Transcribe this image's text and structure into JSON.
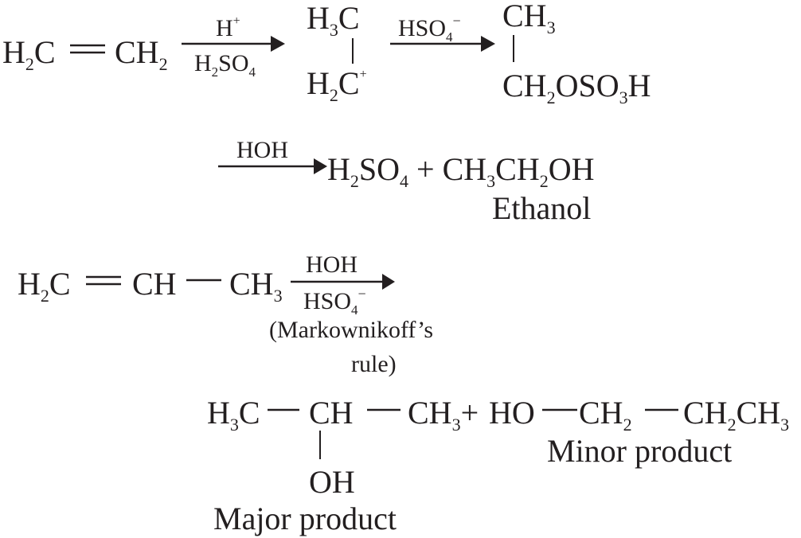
{
  "reaction_1": {
    "reactant": {
      "part1": "H",
      "sub1": "2",
      "part2": "C",
      "bond": "═",
      "part3": "CH",
      "sub2": "2"
    },
    "arrow1": {
      "top": {
        "text": "H",
        "sup": "+"
      },
      "bottom": {
        "text1": "H",
        "sub1": "2",
        "text2": "SO",
        "sub2": "4"
      }
    },
    "intermediate": {
      "top": {
        "t1": "H",
        "s1": "3",
        "t2": "C"
      },
      "bottom": {
        "t1": "H",
        "s1": "2",
        "t2": "C",
        "sup": "+"
      }
    },
    "arrow2": {
      "top": {
        "text": "HSO",
        "sub": "4",
        "sup": "−"
      }
    },
    "product": {
      "top": {
        "t1": "CH",
        "s1": "3"
      },
      "bottom": {
        "t1": "CH",
        "s1": "2",
        "t2": "OSO",
        "s2": "3",
        "t3": "H"
      }
    }
  },
  "reaction_2": {
    "arrow": {
      "top": "HOH"
    },
    "products": {
      "t1": "H",
      "s1": "2",
      "t2": "SO",
      "s2": "4",
      "t3": " + CH",
      "s3": "3",
      "t4": "CH",
      "s4": "2",
      "t5": "OH"
    },
    "product_name": "Ethanol"
  },
  "reaction_3": {
    "reactant": {
      "t1": "H",
      "s1": "2",
      "t2": "C",
      "bond": "═",
      "t3": "CH",
      "t4": "CH",
      "s2": "3"
    },
    "arrow": {
      "top": "HOH",
      "bottom": {
        "text": "HSO",
        "sub": "4",
        "sup": "−"
      }
    },
    "rule_line1": "(Markownikoff’s",
    "rule_line2": "rule)",
    "major": {
      "t1": "H",
      "s1": "3",
      "t2": "C",
      "t3": "CH",
      "t4": "CH",
      "s2": "3",
      "plus": "+",
      "oh": "OH"
    },
    "minor": {
      "t1": "HO",
      "t2": "CH",
      "s1": "2",
      "t3": "CH",
      "s2": "2",
      "t4": "CH",
      "s3": "3"
    },
    "major_label": "Major product",
    "minor_label": "Minor product"
  }
}
